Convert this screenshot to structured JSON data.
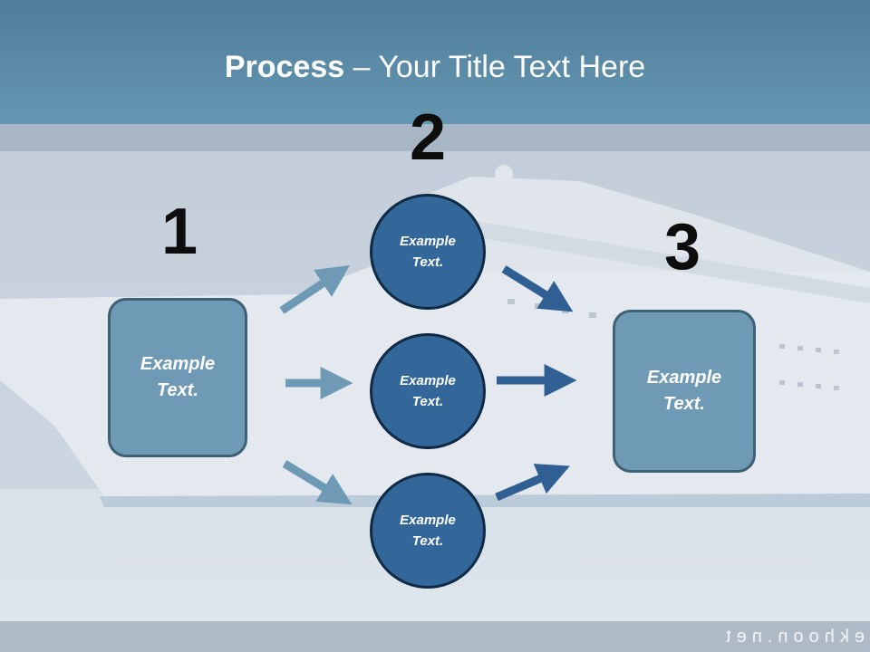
{
  "slide": {
    "title_bold": "Process",
    "title_rest": " – Your Title Text Here"
  },
  "steps": [
    {
      "number": "1",
      "text_line1": "Example",
      "text_line2": "Text."
    },
    {
      "number": "2",
      "text_line1": "Example",
      "text_line2": "Text."
    },
    {
      "number": "3",
      "text_line1": "Example",
      "text_line2": "Text."
    }
  ],
  "circles": [
    {
      "text_line1": "Example",
      "text_line2": "Text."
    },
    {
      "text_line1": "Example",
      "text_line2": "Text."
    },
    {
      "text_line1": "Example",
      "text_line2": "Text."
    }
  ],
  "footer": {
    "watermark": "ekhoon.net"
  },
  "colors": {
    "title_bar": "#5b8ca9",
    "box_fill": "#6f9ab5",
    "circle_fill": "#336699",
    "arrow_light": "#6f9ab5",
    "arrow_dark": "#2f5f93"
  }
}
